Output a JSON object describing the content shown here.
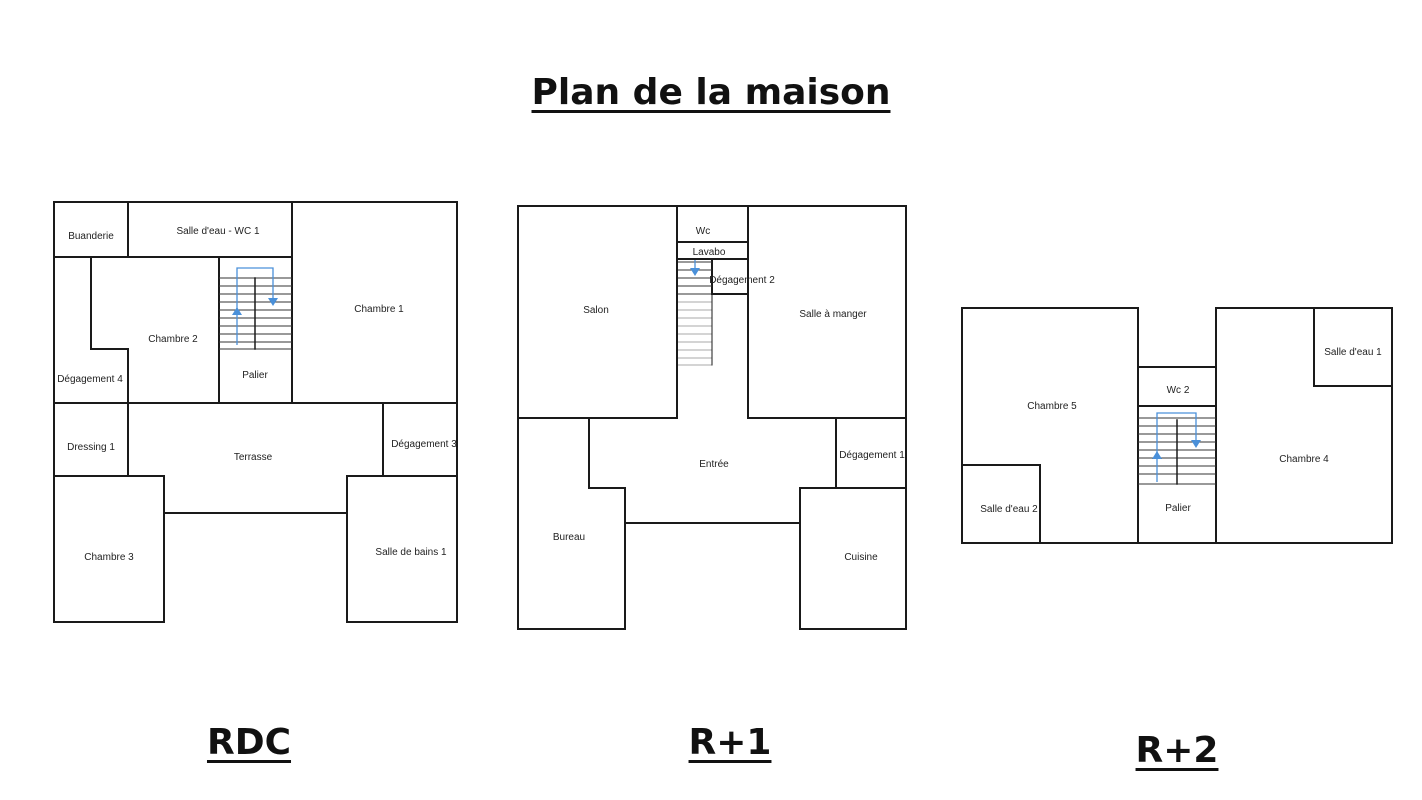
{
  "title": "Plan de la maison",
  "floors": [
    {
      "label": "RDC",
      "rooms": [
        "Buanderie",
        "Salle d'eau - WC 1",
        "Chambre 1",
        "Chambre 2",
        "Palier",
        "Dégagement 4",
        "Dressing 1",
        "Terrasse",
        "Dégagement 3",
        "Chambre 3",
        "Salle de bains 1"
      ]
    },
    {
      "label": "R+1",
      "rooms": [
        "Wc",
        "Lavabo",
        "Dégagement 2",
        "Salon",
        "Salle à manger",
        "Entrée",
        "Dégagement 1",
        "Bureau",
        "Cuisine"
      ]
    },
    {
      "label": "R+2",
      "rooms": [
        "Chambre 5",
        "Wc 2",
        "Salle d'eau 1",
        "Chambre 4",
        "Salle d'eau 2",
        "Palier"
      ]
    }
  ]
}
